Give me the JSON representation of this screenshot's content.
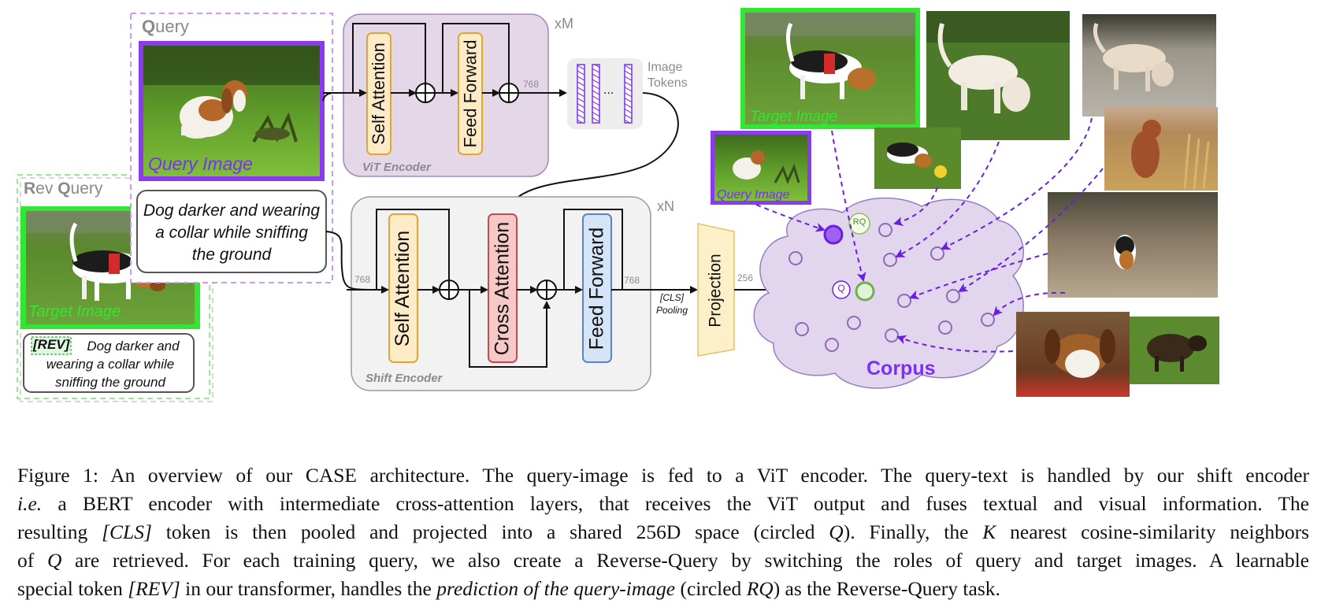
{
  "query_panel": {
    "title_initial": "Q",
    "title_rest": "uery",
    "image_label": "Query Image",
    "text": "Dog darker and wearing a collar while sniffing the ground"
  },
  "rev_panel": {
    "title_initial_1": "R",
    "title_rest_1": "ev ",
    "title_initial_2": "Q",
    "title_rest_2": "uery",
    "image_label": "Target Image",
    "rev_token": "[REV]",
    "text": "Dog darker and wearing a collar while sniffing the ground"
  },
  "vit": {
    "name": "ViT Encoder",
    "repeat": "xM",
    "self_attention": "Self Attention",
    "feed_forward": "Feed Forward",
    "dim": "768",
    "tokens_label": "Image Tokens",
    "ellipsis": "..."
  },
  "shift": {
    "name": "Shift Encoder",
    "repeat": "xN",
    "self_attention": "Self Attention",
    "cross_attention": "Cross Attention",
    "feed_forward": "Feed Forward",
    "dim_in": "768",
    "dim_out": "768",
    "pooling_1": "[CLS]",
    "pooling_2": "Pooling"
  },
  "projection": {
    "label": "Projection",
    "dim": "256"
  },
  "corpus": {
    "label": "Corpus",
    "q_label": "Q",
    "rq_label": "RQ"
  },
  "right_images": {
    "target_label": "Target Image",
    "query_label": "Query Image"
  },
  "colors": {
    "purple": "#7b2ff7",
    "green": "#33e633",
    "cloud": "#e2d6ee",
    "vit_bg": "#e4d8e8",
    "shift_bg": "#f2f2f2",
    "self_att_fill": "#fdebc8",
    "self_att_stroke": "#e0a632",
    "cross_att_fill": "#f7c8c8",
    "cross_att_stroke": "#c94a4a",
    "ff_blue_fill": "#d6e4f7",
    "ff_blue_stroke": "#5b84c4",
    "projection_fill": "#fdf0c8"
  },
  "caption": {
    "l1": "Figure 1: An overview of our CASE architecture. The query-image is fed to a ViT encoder. The query-text is handled by our shift encoder",
    "l2_italic": "i.e.",
    "l2_rest": " a BERT encoder with intermediate cross-attention layers, that receives the ViT output and fuses textual and visual information. The",
    "l3_a": "resulting ",
    "l3_cls": "[CLS]",
    "l3_b": " token is then pooled and projected into a shared 256D space (circled ",
    "l3_q": "Q",
    "l3_c": "). Finally, the ",
    "l3_k": "K",
    "l3_d": " nearest cosine-similarity neighbors",
    "l4_a": "of ",
    "l4_q": "Q",
    "l4_b": " are retrieved. For each training query, we also create a Reverse-Query by switching the roles of query and target images. A learnable",
    "l5_a": "special token ",
    "l5_rev": "[REV]",
    "l5_b": " in our transformer, handles the ",
    "l5_italic": "prediction of the query-image",
    "l5_c": " (circled ",
    "l5_rq": "RQ",
    "l5_d": ") as the Reverse-Query task."
  }
}
